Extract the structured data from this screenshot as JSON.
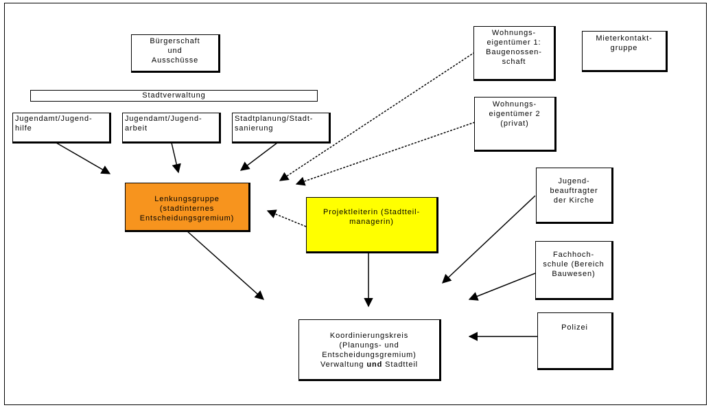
{
  "colors": {
    "lenkungsgruppe_fill": "#F7941E",
    "projektleiterin_fill": "#FFFF00",
    "line": "#000000",
    "background": "#FFFFFF"
  },
  "nodes": {
    "buergerschaft": "Bürgerschaft\nund\nAusschüsse",
    "stadtverwaltung": "Stadtverwaltung",
    "jugendamt_hilfe": "Jugendamt/Jugend-\nhilfe",
    "jugendamt_arbeit": "Jugendamt/Jugend-\narbeit",
    "stadtplanung": "Stadtplanung/Stadt-\nsanierung",
    "wohnungseigentuemer1": "Wohnungs-\neigentümer 1:\nBaugenossen-\nschaft",
    "mieterkontakt": "Mieterkontakt-\ngruppe",
    "wohnungseigentuemer2": "Wohnungs-\neigentümer 2\n(privat)",
    "lenkungsgruppe": "Lenkungsgruppe\n(stadtinternes\nEntscheidungsgremium)",
    "projektleiterin": "Projektleiterin (Stadtteil-\nmanagerin)",
    "jugendbeauftragter": "Jugend-\nbeauftragter\nder Kirche",
    "fachhochschule": "Fachhoch-\nschule (Bereich\nBauwesen)",
    "polizei": "Polizei",
    "koordinierungskreis": {
      "line1": "Koordinierungskreis",
      "line2": "(Planungs- und",
      "line3": "Entscheidungsgremium)",
      "line4a": "Verwaltung ",
      "line4b": "und",
      "line4c": " Stadtteil"
    }
  },
  "edges": [
    {
      "from": "jugendamt_hilfe",
      "to": "lenkungsgruppe",
      "style": "solid"
    },
    {
      "from": "jugendamt_arbeit",
      "to": "lenkungsgruppe",
      "style": "solid"
    },
    {
      "from": "stadtplanung",
      "to": "lenkungsgruppe",
      "style": "solid"
    },
    {
      "from": "wohnungseigentuemer1",
      "to": "lenkungsgruppe",
      "style": "dashed"
    },
    {
      "from": "wohnungseigentuemer2",
      "to": "lenkungsgruppe",
      "style": "dashed"
    },
    {
      "from": "projektleiterin",
      "to": "lenkungsgruppe",
      "style": "dashed"
    },
    {
      "from": "lenkungsgruppe",
      "to": "koordinierungskreis",
      "style": "solid"
    },
    {
      "from": "projektleiterin",
      "to": "koordinierungskreis",
      "style": "solid"
    },
    {
      "from": "jugendbeauftragter",
      "to": "koordinierungskreis",
      "style": "solid"
    },
    {
      "from": "fachhochschule",
      "to": "koordinierungskreis",
      "style": "solid"
    },
    {
      "from": "polizei",
      "to": "koordinierungskreis",
      "style": "solid"
    }
  ]
}
